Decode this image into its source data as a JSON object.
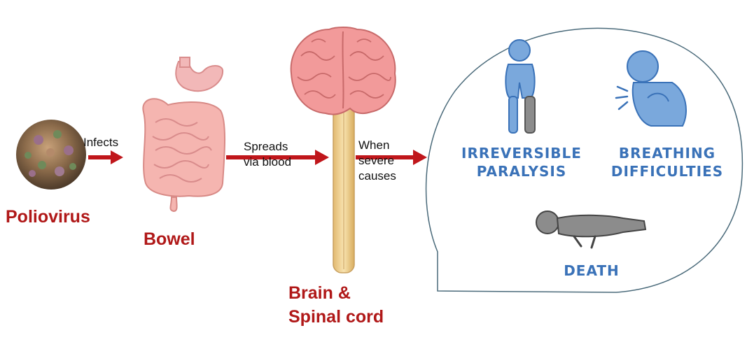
{
  "stages": {
    "virus": "Poliovirus",
    "bowel": "Bowel",
    "cns_line1": "Brain &",
    "cns_line2": "Spinal cord"
  },
  "transitions": {
    "infects": "Infects",
    "spreads_line1": "Spreads",
    "spreads_line2": "via blood",
    "severe_line1": "When",
    "severe_line2": "severe",
    "severe_line3": "causes"
  },
  "outcomes": {
    "paralysis_line1": "IRREVERSIBLE",
    "paralysis_line2": "PARALYSIS",
    "breathing_line1": "BREATHING",
    "breathing_line2": "DIFFICULTIES",
    "death": "DEATH"
  },
  "colors": {
    "arrow": "#c0161b",
    "stage_label": "#b01818",
    "outcome_label": "#3a72b8",
    "figure_blue": "#7aa8dc",
    "figure_gray": "#8c8c8c",
    "brain": "#f29a9a",
    "spinal_cord": "#f1d59a"
  }
}
